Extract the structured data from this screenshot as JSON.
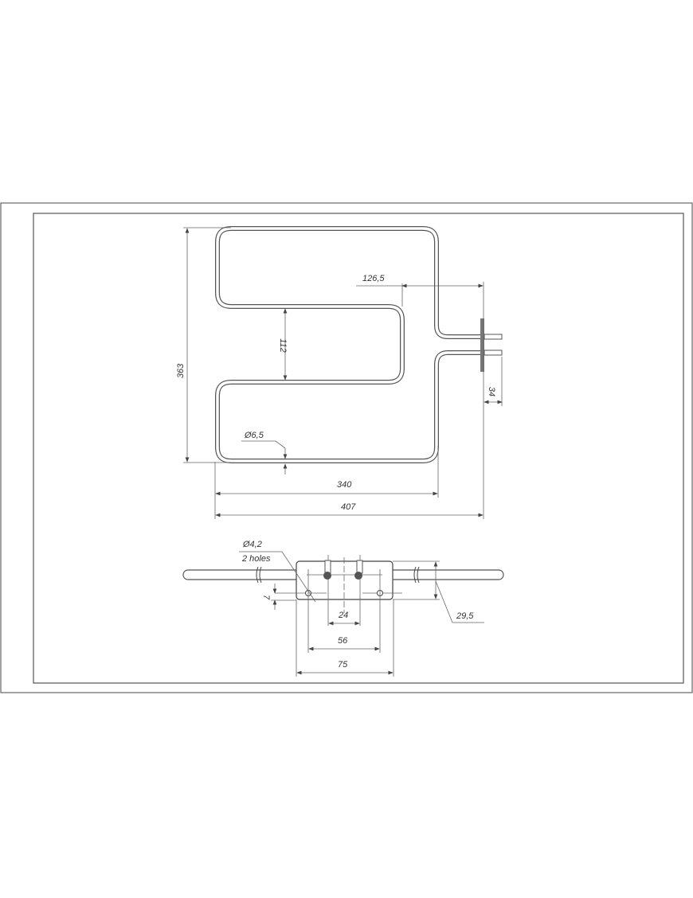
{
  "drawing": {
    "front_view": {
      "height_label": "363",
      "loop_gap_label": "112",
      "inner_offset_label": "126,5",
      "terminal_label": "34",
      "tube_diameter_label": "Ø6,5",
      "inner_width_label": "340",
      "overall_width_label": "407"
    },
    "bottom_view": {
      "hole_diameter_label": "Ø4,2",
      "hole_count_label": "2 holes",
      "hole_offset_label": "7",
      "stud_spacing_label": "24",
      "hole_spacing_label": "56",
      "plate_width_label": "75",
      "plate_height_label": "29,5"
    }
  }
}
